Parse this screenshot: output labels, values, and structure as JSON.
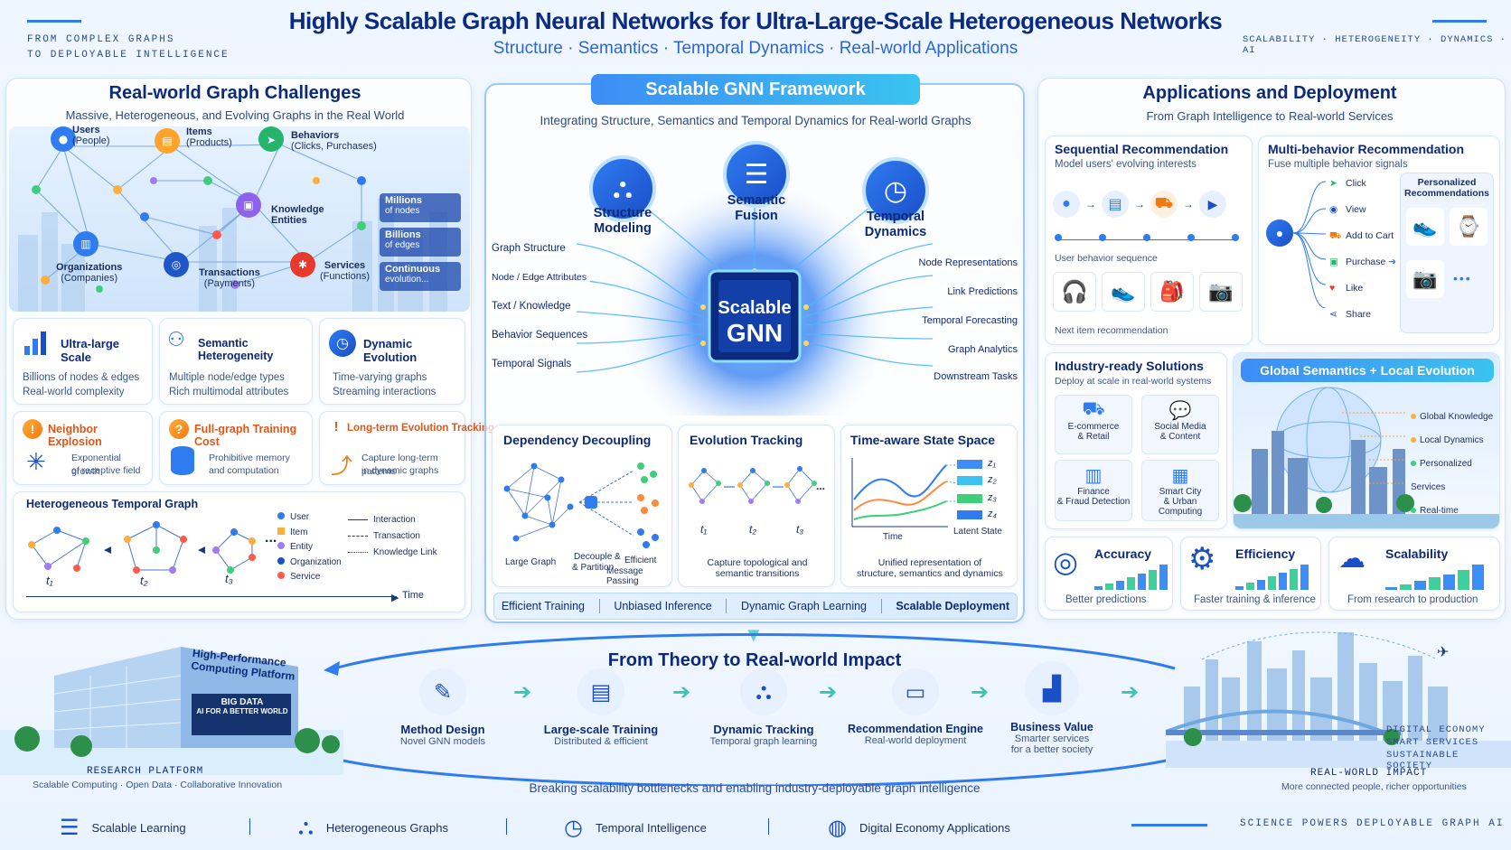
{
  "header": {
    "title": "Highly Scalable Graph Neural Networks for Ultra-Large-Scale Heterogeneous Networks",
    "subtitle": "Structure · Semantics · Temporal Dynamics · Real-world Applications",
    "left_tag_1": "FROM COMPLEX GRAPHS",
    "left_tag_2": "TO DEPLOYABLE INTELLIGENCE",
    "right_tag": "SCALABILITY · HETEROGENEITY · DYNAMICS · AI"
  },
  "left": {
    "title": "Real-world Graph Challenges",
    "subtitle": "Massive, Heterogeneous, and Evolving Graphs in the Real World",
    "nodes": [
      {
        "label": "Users",
        "sub": "(People)"
      },
      {
        "label": "Items",
        "sub": "(Products)"
      },
      {
        "label": "Behaviors",
        "sub": "(Clicks, Purchases)"
      },
      {
        "label": "Knowledge",
        "sub": "Entities"
      },
      {
        "label": "Organizations",
        "sub": "(Companies)"
      },
      {
        "label": "Transactions",
        "sub": "(Payments)"
      },
      {
        "label": "Services",
        "sub": "(Functions)"
      }
    ],
    "scale_tags": [
      {
        "a": "Millions",
        "b": "of nodes"
      },
      {
        "a": "Billions",
        "b": "of edges"
      },
      {
        "a": "Continuous",
        "b": "evolution..."
      }
    ],
    "cards": [
      {
        "title": "Ultra-large Scale",
        "l1": "Billions of nodes & edges",
        "l2": "Real-world complexity"
      },
      {
        "title": "Semantic Heterogeneity",
        "l1": "Multiple node/edge types",
        "l2": "Rich multimodal attributes"
      },
      {
        "title": "Dynamic Evolution",
        "l1": "Time-varying graphs",
        "l2": "Streaming interactions"
      }
    ],
    "issues": [
      {
        "mark": "!",
        "title": "Neighbor Explosion",
        "l1": "Exponential growth",
        "l2": "of receptive field"
      },
      {
        "mark": "?",
        "title": "Full-graph Training Cost",
        "l1": "Prohibitive memory",
        "l2": "and computation"
      },
      {
        "mark": "!",
        "title": "Long-term Evolution Tracking",
        "l1": "Capture long-term patterns",
        "l2": "in dynamic graphs"
      }
    ],
    "hetero": {
      "title": "Heterogeneous Temporal Graph",
      "times": [
        "t₁",
        "t₂",
        "t₃"
      ],
      "dots": "...",
      "legend_nodes": [
        "User",
        "Item",
        "Entity",
        "Organization",
        "Service"
      ],
      "legend_edges": [
        "Interaction",
        "Transaction",
        "Knowledge Link"
      ],
      "time_label": "Time"
    }
  },
  "center": {
    "title": "Scalable GNN Framework",
    "subtitle": "Integrating Structure, Semantics and Temporal Dynamics for Real-world Graphs",
    "modules": [
      {
        "l1": "Structure",
        "l2": "Modeling"
      },
      {
        "l1": "Semantic",
        "l2": "Fusion"
      },
      {
        "l1": "Temporal",
        "l2": "Dynamics"
      }
    ],
    "core_1": "Scalable",
    "core_2": "GNN",
    "inputs": [
      "Graph Structure",
      "Node / Edge Attributes",
      "Text / Knowledge",
      "Behavior Sequences",
      "Temporal Signals"
    ],
    "outputs": [
      "Node Representations",
      "Link Predictions",
      "Temporal Forecasting",
      "Graph Analytics",
      "Downstream Tasks"
    ],
    "subs": [
      {
        "title": "Dependency Decoupling",
        "labels": [
          "Large Graph",
          "Decouple &",
          "& Partition",
          "Efficient",
          "Message Passing"
        ]
      },
      {
        "title": "Evolution Tracking",
        "labels": [
          "t₁",
          "t₂",
          "t₃",
          "...",
          "Capture topological and",
          "semantic transitions"
        ]
      },
      {
        "title": "Time-aware State Space",
        "labels": [
          "z₁",
          "z₂",
          "z₃",
          "z₄",
          "Time",
          "Latent State",
          "Unified representation of",
          "structure, semantics and dynamics"
        ]
      }
    ],
    "bottom_tabs": [
      "Efficient Training",
      "Unbiased Inference",
      "Dynamic Graph Learning",
      "Scalable Deployment"
    ]
  },
  "right": {
    "title": "Applications and Deployment",
    "subtitle": "From Graph Intelligence to Real-world Services",
    "seq": {
      "title": "Sequential Recommendation",
      "sub": "Model users' evolving interests",
      "l1": "User behavior sequence",
      "l2": "Next item recommendation"
    },
    "multi": {
      "title": "Multi-behavior Recommendation",
      "sub": "Fuse multiple behavior signals",
      "behaviors": [
        "Click",
        "View",
        "Add to Cart",
        "Purchase",
        "Like",
        "Share"
      ],
      "personal_1": "Personalized",
      "personal_2": "Recommendations",
      "dots": "•••"
    },
    "industry": {
      "title": "Industry-ready Solutions",
      "sub": "Deploy at scale in real-world systems",
      "items": [
        {
          "l1": "E-commerce",
          "l2": "& Retail"
        },
        {
          "l1": "Social Media",
          "l2": "& Content"
        },
        {
          "l1": "Finance",
          "l2": "& Fraud Detection"
        },
        {
          "l1": "Smart City",
          "l2": "& Urban Computing"
        }
      ]
    },
    "global": {
      "title": "Global Semantics + Local Evolution",
      "items": [
        "Global Knowledge",
        "Local Dynamics",
        "Personalized Services",
        "Real-time Deployment"
      ]
    },
    "metrics": [
      {
        "title": "Accuracy",
        "sub": "Better predictions",
        "bars": [
          0.15,
          0.25,
          0.35,
          0.5,
          0.65,
          0.8,
          1.0
        ]
      },
      {
        "title": "Efficiency",
        "sub": "Faster training & inference",
        "bars": [
          0.15,
          0.28,
          0.4,
          0.52,
          0.68,
          0.82,
          1.0
        ]
      },
      {
        "title": "Scalability",
        "sub": "From research to production",
        "bars": [
          0.12,
          0.22,
          0.35,
          0.5,
          0.62,
          0.8,
          1.0
        ]
      }
    ]
  },
  "impact": {
    "title": "From Theory to Real-world Impact",
    "building_1": "High-Performance",
    "building_2": "Computing Platform",
    "building_3": "BIG DATA",
    "building_4": "AI FOR A BETTER WORLD",
    "research_title": "RESEARCH PLATFORM",
    "research_sub": "Scalable Computing · Open Data · Collaborative Innovation",
    "steps": [
      {
        "title": "Method Design",
        "sub": "Novel GNN models"
      },
      {
        "title": "Large-scale Training",
        "sub": "Distributed & efficient"
      },
      {
        "title": "Dynamic Tracking",
        "sub": "Temporal graph learning"
      },
      {
        "title": "Recommendation Engine",
        "sub": "Real-world deployment"
      },
      {
        "title": "Business Value",
        "sub": "Smarter services",
        "sub2": "for a better society"
      }
    ],
    "tagline": "Breaking scalability bottlenecks and enabling industry-deployable graph intelligence",
    "city_1": "DIGITAL ECONOMY",
    "city_2": "SMART SERVICES",
    "city_3": "SUSTAINABLE SOCIETY",
    "rw_title": "REAL-WORLD IMPACT",
    "rw_sub": "More connected people, richer opportunities"
  },
  "footer": {
    "items": [
      "Scalable Learning",
      "Heterogeneous Graphs",
      "Temporal Intelligence",
      "Digital Economy Applications"
    ],
    "right": "SCIENCE POWERS DEPLOYABLE GRAPH AI"
  }
}
